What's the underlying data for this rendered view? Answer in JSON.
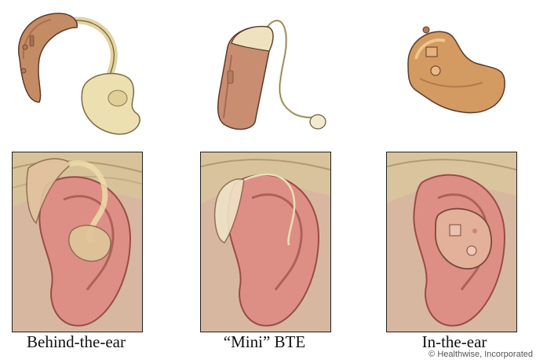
{
  "panels": [
    {
      "caption": "Behind-the-ear"
    },
    {
      "caption": "“Mini” BTE"
    },
    {
      "caption": "In-the-ear"
    }
  ],
  "credit": "© Healthwise, Incorporated",
  "colors": {
    "device_tan": "#c7906a",
    "tube_clear": "#e7d9a6",
    "skin": "#d9958a",
    "hair": "#d8c29a",
    "outline": "#5a3a2a"
  }
}
